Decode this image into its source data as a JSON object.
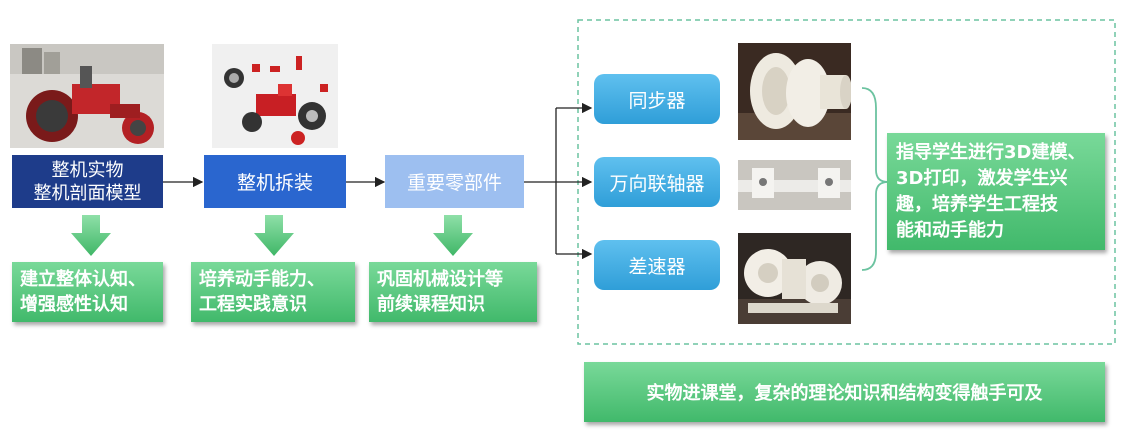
{
  "flow": {
    "step1": {
      "line1": "整机实物",
      "line2": "整机剖面模型"
    },
    "step2": {
      "label": "整机拆装"
    },
    "step3": {
      "label": "重要零部件"
    }
  },
  "outcomes": [
    {
      "line1": "建立整体认知、",
      "line2": "增强感性认知"
    },
    {
      "line1": "培养动手能力、",
      "line2": "工程实践意识"
    },
    {
      "line1": "巩固机械设计等",
      "line2": "前续课程知识"
    }
  ],
  "parts": [
    {
      "label": "同步器",
      "icon": "synchronizer-photo"
    },
    {
      "label": "万向联轴器",
      "icon": "universal-joint-photo"
    },
    {
      "label": "差速器",
      "icon": "differential-photo"
    }
  ],
  "guidance": {
    "lines": [
      "指导学生进行3D建模、",
      "3D打印，激发学生兴",
      "趣，培养学生工程技",
      "能和动手能力"
    ]
  },
  "bottom": {
    "label": "实物进课堂，复杂的理论知识和结构变得触手可及"
  },
  "colors": {
    "navy": "#1e3c8a",
    "blue": "#2a66cf",
    "light_blue": "#9dbff0",
    "green": "#4cc174",
    "cyan": "#39a8e0",
    "dashed": "#6cc3a0"
  }
}
